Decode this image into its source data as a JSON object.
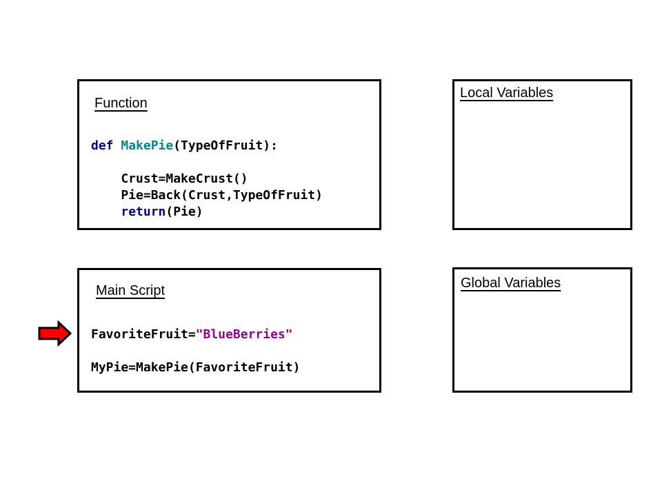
{
  "colors": {
    "background": "#FFFFFF",
    "title": "#000000",
    "box_border": "#000000",
    "code": "#000000",
    "keyword": "#00008B",
    "function_name": "#008B8B",
    "string": "#990099",
    "arrow_fill": "#FF0000",
    "arrow_outline": "#000000"
  },
  "icons": {
    "current_line_arrow": "red block arrow pointing right at the current script line"
  },
  "boxes": {
    "function": {
      "title": "Function",
      "code_lines": [
        [
          {
            "t": "def ",
            "c": "keyword"
          },
          {
            "t": "MakePie",
            "c": "function_name"
          },
          {
            "t": "(TypeOfFruit):",
            "c": "code"
          }
        ],
        [],
        [
          {
            "t": "    Crust=MakeCrust()",
            "c": "code"
          }
        ],
        [
          {
            "t": "    Pie=Back(Crust,TypeOfFruit)",
            "c": "code"
          }
        ],
        [
          {
            "t": "    ",
            "c": "code"
          },
          {
            "t": "return",
            "c": "keyword"
          },
          {
            "t": "(Pie)",
            "c": "code"
          }
        ]
      ]
    },
    "local_variables": {
      "title": "Local Variables",
      "code_lines": []
    },
    "main_script": {
      "title": "Main Script",
      "code_lines": [
        [
          {
            "t": "FavoriteFruit=",
            "c": "code"
          },
          {
            "t": "\"BlueBerries\"",
            "c": "string"
          }
        ],
        [],
        [
          {
            "t": "MyPie=MakePie(FavoriteFruit)",
            "c": "code"
          }
        ]
      ]
    },
    "global_variables": {
      "title": "Global Variables",
      "code_lines": []
    }
  }
}
